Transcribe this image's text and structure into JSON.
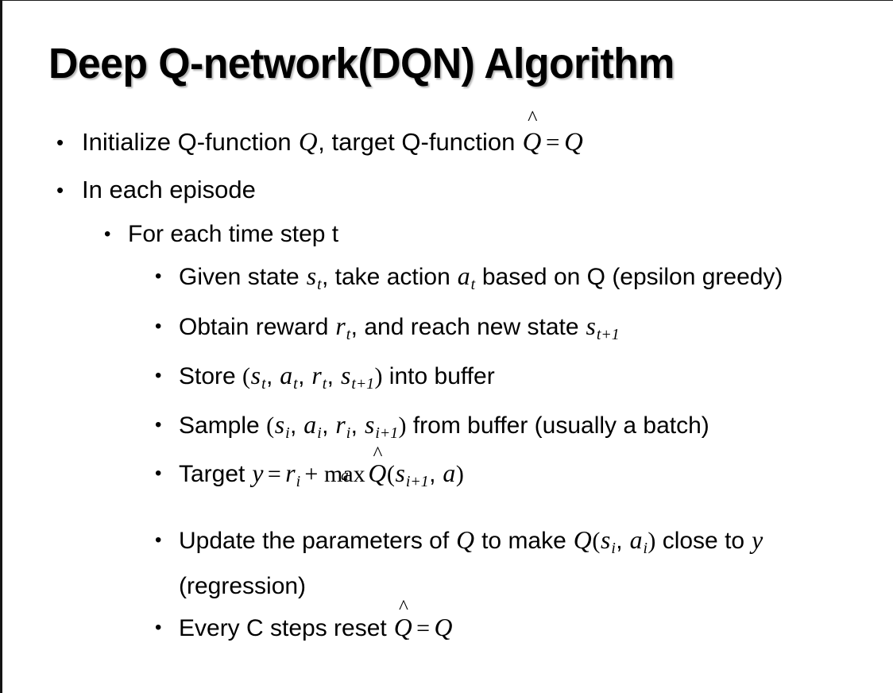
{
  "slide": {
    "title": "Deep Q-network(DQN) Algorithm",
    "background_color": "#ffffff",
    "text_color": "#000000",
    "border_color": "#141414",
    "bullet_glyph": "•"
  },
  "bullets": {
    "b1": {
      "level": 1,
      "pre": "Initialize Q-function ",
      "q1": "Q",
      "mid": ", target Q-function ",
      "qhat": "Q",
      "hat": "^",
      "eq": "=",
      "q2": "Q"
    },
    "b2": {
      "level": 1,
      "text": "In each episode"
    },
    "b3": {
      "level": 2,
      "text": "For each time step t"
    },
    "b4": {
      "level": 3,
      "pre": "Given state ",
      "s": "s",
      "s_sub": "t",
      "mid1": ", take action ",
      "a": "a",
      "a_sub": "t",
      "post": " based on Q (epsilon greedy)"
    },
    "b5": {
      "level": 3,
      "pre": "Obtain reward ",
      "r": "r",
      "r_sub": "t",
      "mid": ", and reach new state ",
      "s": "s",
      "s_sub": "t+1"
    },
    "b6": {
      "level": 3,
      "pre": "Store ",
      "open": "(",
      "s1": "s",
      "s1_sub": "t",
      "c1": ", ",
      "a1": "a",
      "a1_sub": "t",
      "c2": ", ",
      "r1": "r",
      "r1_sub": "t",
      "c3": ", ",
      "s2": "s",
      "s2_sub": "t+1",
      "close": ")",
      "post": " into buffer"
    },
    "b7": {
      "level": 3,
      "pre": "Sample ",
      "open": "(",
      "s1": "s",
      "s1_sub": "i",
      "c1": ", ",
      "a1": "a",
      "a1_sub": "i",
      "c2": ", ",
      "r1": "r",
      "r1_sub": "i",
      "c3": ", ",
      "s2": "s",
      "s2_sub": "i+1",
      "close": ")",
      "post": " from buffer (usually a batch)"
    },
    "b8": {
      "level": 3,
      "pre": "Target ",
      "y": "y",
      "eq": "=",
      "r": "r",
      "r_sub": "i",
      "plus": "+",
      "max": "max",
      "max_lim": "a",
      "qhat": "Q",
      "hat": "^",
      "open": "(",
      "s": "s",
      "s_sub": "i+1",
      "comma": ", ",
      "a": "a",
      "close": ")"
    },
    "b9": {
      "level": 3,
      "pre": "Update the parameters of ",
      "q1": "Q",
      "mid": " to make ",
      "q2": "Q",
      "open": "(",
      "s": "s",
      "s_sub": "i",
      "comma": ", ",
      "a": "a",
      "a_sub": "i",
      "close": ")",
      "post": " close to ",
      "y": "y",
      "tail": " (regression)"
    },
    "b10": {
      "level": 3,
      "pre": "Every C steps reset ",
      "qhat": "Q",
      "hat": "^",
      "eq": "=",
      "q": "Q"
    }
  }
}
